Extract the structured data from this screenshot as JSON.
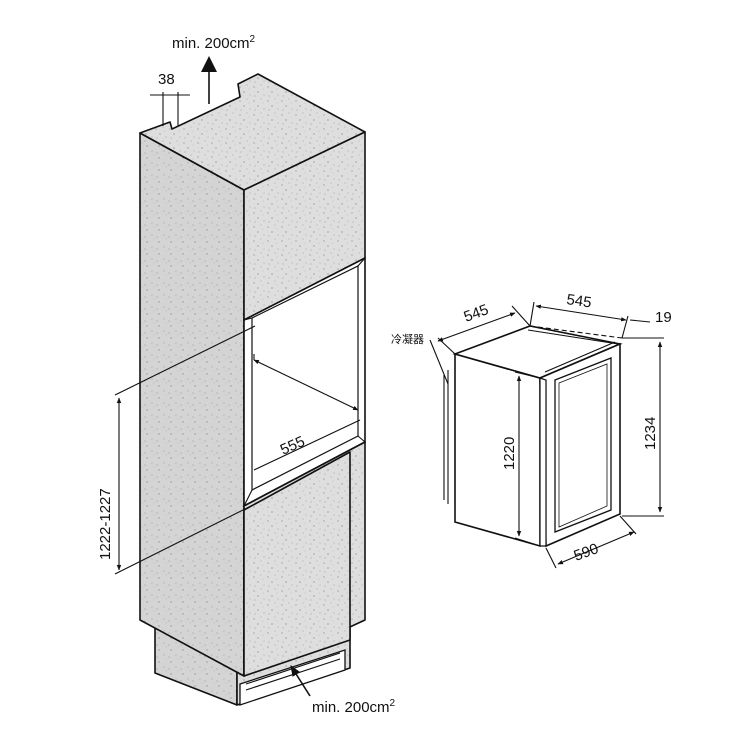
{
  "labels": {
    "vent_top": "min. 200cm",
    "vent_top_sup": "2",
    "vent_bottom": "min. 200cm",
    "vent_bottom_sup": "2",
    "gap_38": "38",
    "niche_width": "555",
    "niche_height": "1222-1227",
    "depth_545": "545",
    "width_545": "545",
    "door_19": "19",
    "height_1220": "1220",
    "height_1234": "1234",
    "depth_590": "590",
    "condenser": "冷凝器"
  },
  "colors": {
    "line": "#111111",
    "cabinet_fill": "#dcdcdc",
    "speckle": "#8a8a8a",
    "background": "#ffffff"
  }
}
